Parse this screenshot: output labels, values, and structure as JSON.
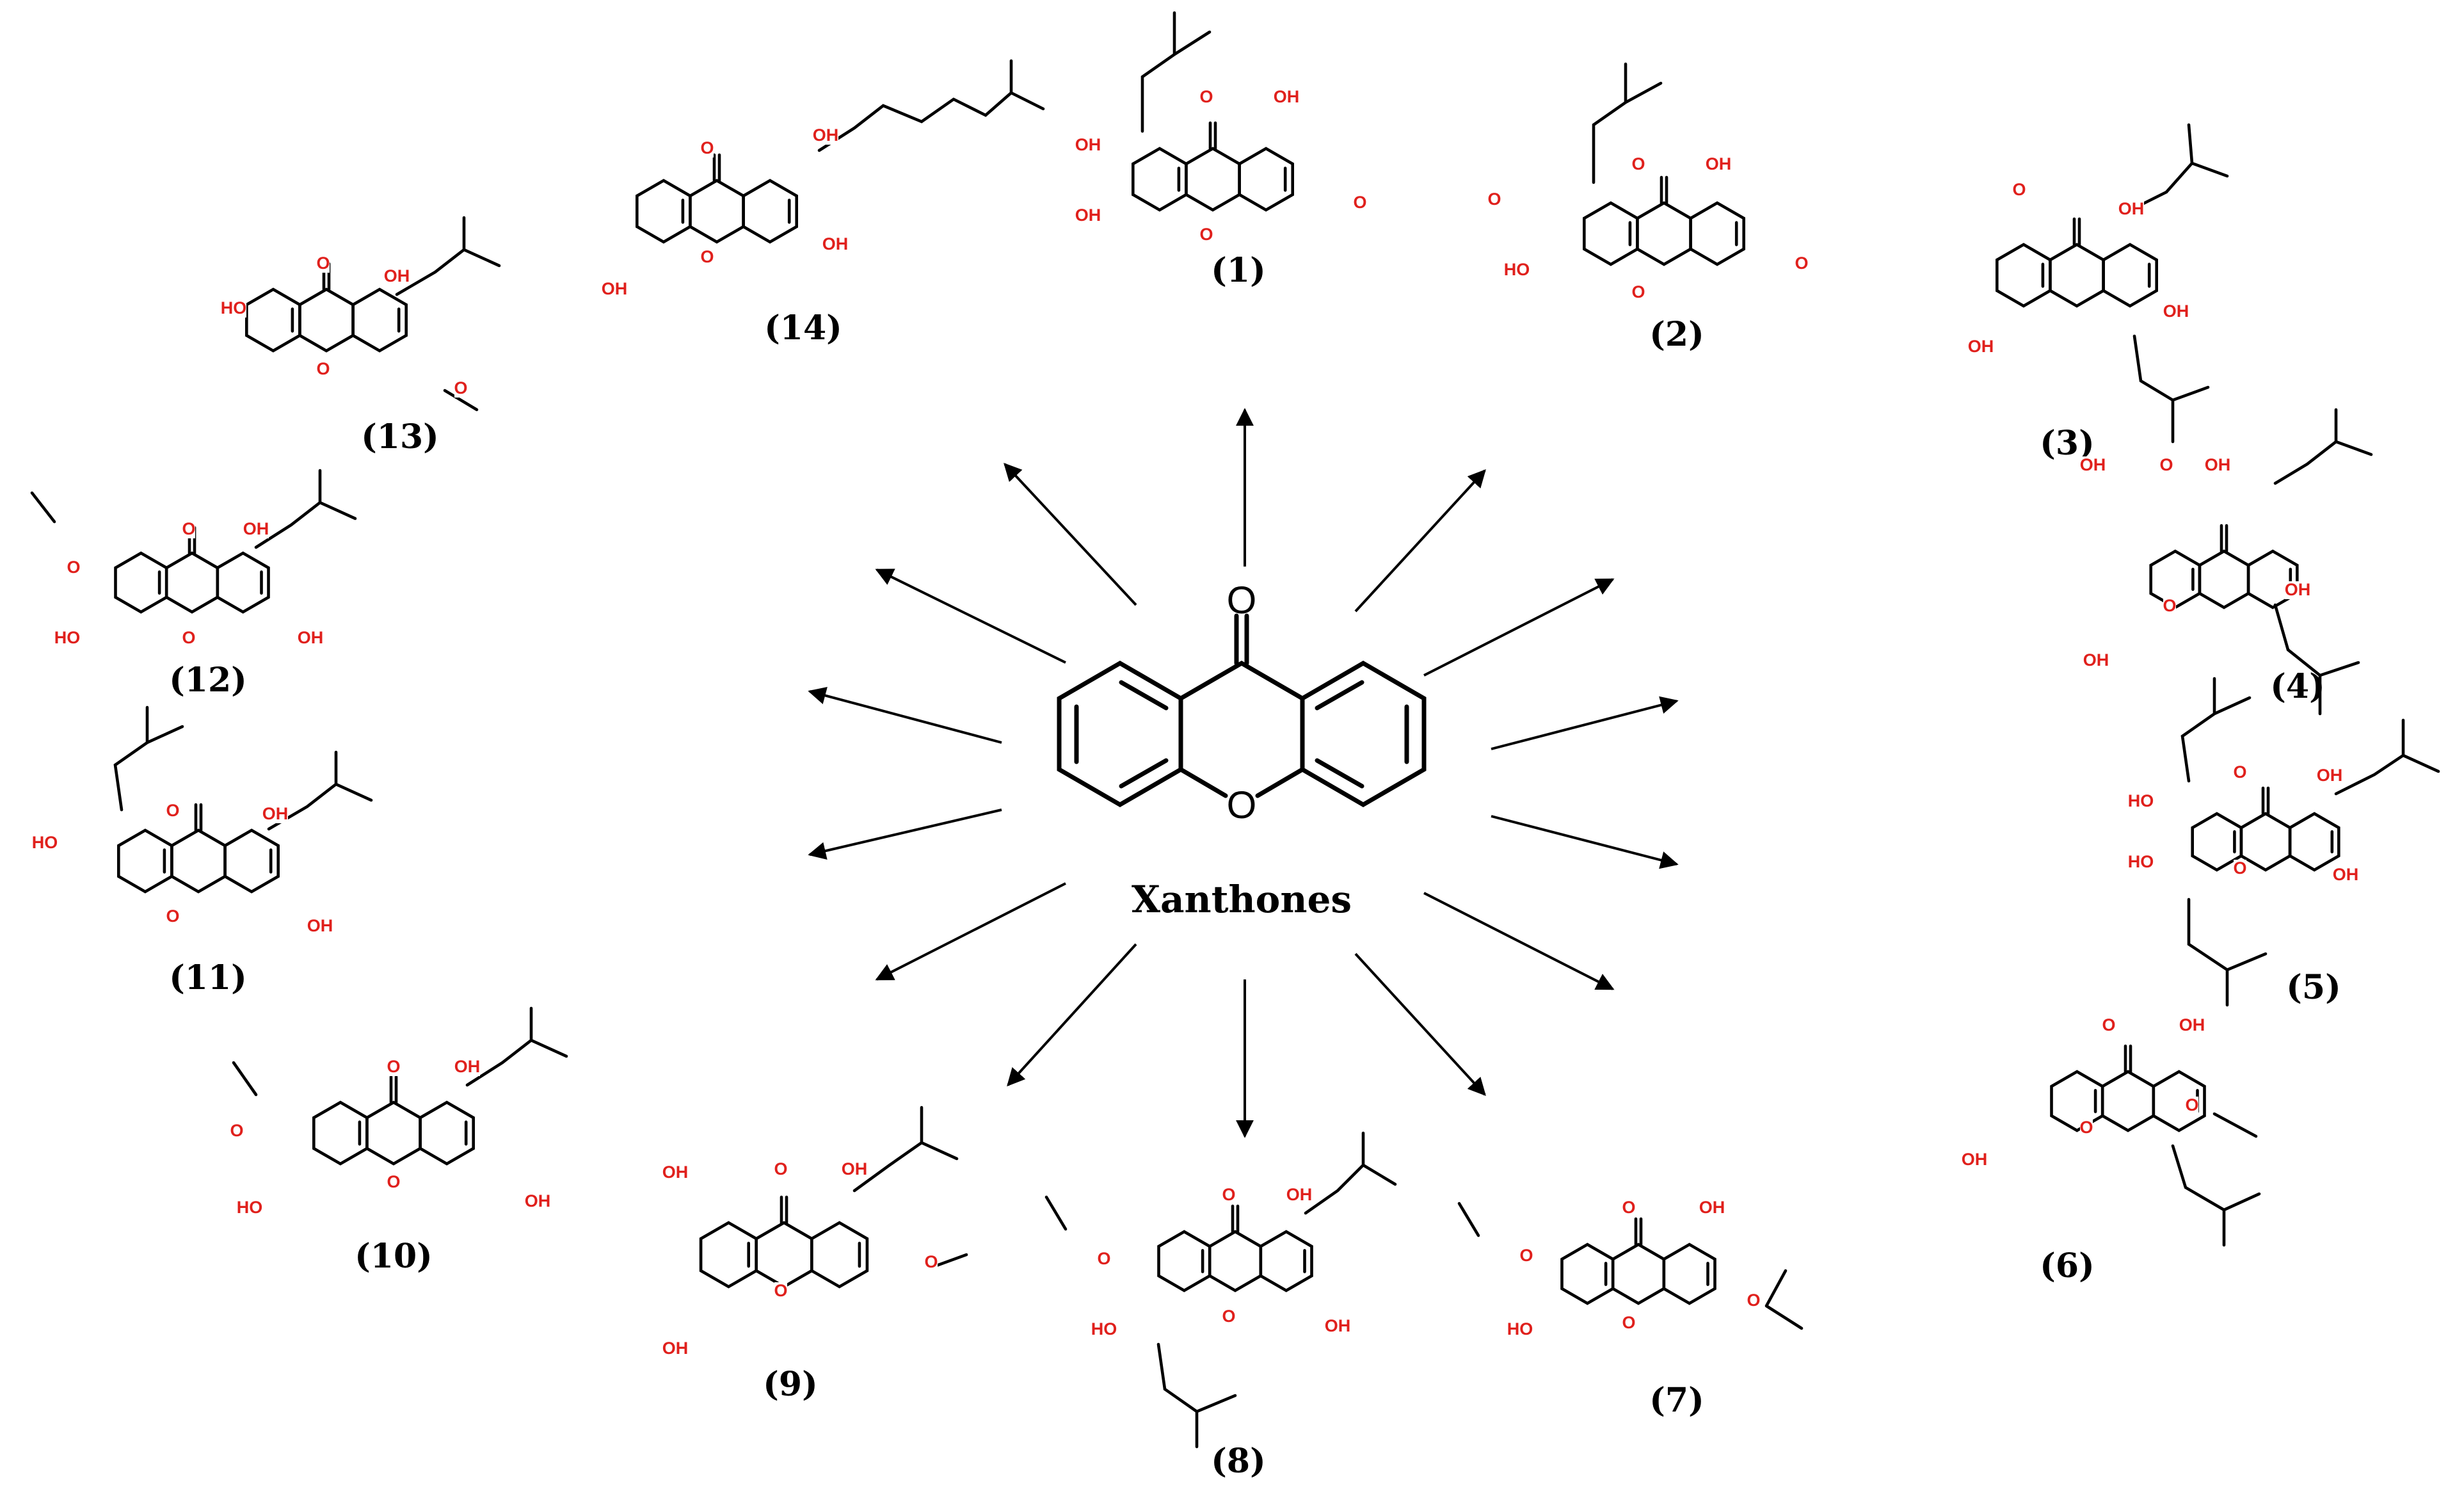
{
  "figure": {
    "central_label": "Xanthones",
    "central_atoms": {
      "carbonyl": "O",
      "bridge": "O"
    },
    "compounds": [
      {
        "id": "1",
        "label": "(1)",
        "atoms": [
          "OH",
          "OH",
          "O",
          "OH",
          "O",
          "O"
        ]
      },
      {
        "id": "2",
        "label": "(2)",
        "atoms": [
          "O",
          "HO",
          "O",
          "OH",
          "O",
          "O"
        ]
      },
      {
        "id": "3",
        "label": "(3)",
        "atoms": [
          "O",
          "OH",
          "OH",
          "OH"
        ]
      },
      {
        "id": "4",
        "label": "(4)",
        "atoms": [
          "OH",
          "O",
          "OH",
          "OH",
          "OH",
          "O"
        ]
      },
      {
        "id": "5",
        "label": "(5)",
        "atoms": [
          "HO",
          "HO",
          "O",
          "OH",
          "OH",
          "O"
        ]
      },
      {
        "id": "6",
        "label": "(6)",
        "atoms": [
          "O",
          "OH",
          "OH",
          "O",
          "O"
        ]
      },
      {
        "id": "7",
        "label": "(7)",
        "atoms": [
          "O",
          "HO",
          "O",
          "OH",
          "O",
          "O"
        ]
      },
      {
        "id": "8",
        "label": "(8)",
        "atoms": [
          "O",
          "HO",
          "O",
          "OH",
          "OH",
          "O"
        ]
      },
      {
        "id": "9",
        "label": "(9)",
        "atoms": [
          "OH",
          "O",
          "OH",
          "OH",
          "O",
          "O"
        ]
      },
      {
        "id": "10",
        "label": "(10)",
        "atoms": [
          "O",
          "HO",
          "O",
          "OH",
          "OH",
          "O"
        ]
      },
      {
        "id": "11",
        "label": "(11)",
        "atoms": [
          "HO",
          "O",
          "OH",
          "OH",
          "O"
        ]
      },
      {
        "id": "12",
        "label": "(12)",
        "atoms": [
          "O",
          "HO",
          "O",
          "OH",
          "OH",
          "O"
        ]
      },
      {
        "id": "13",
        "label": "(13)",
        "atoms": [
          "HO",
          "O",
          "OH",
          "O",
          "O"
        ]
      },
      {
        "id": "14",
        "label": "(14)",
        "atoms": [
          "O",
          "OH",
          "OH",
          "OH",
          "O"
        ]
      }
    ]
  }
}
